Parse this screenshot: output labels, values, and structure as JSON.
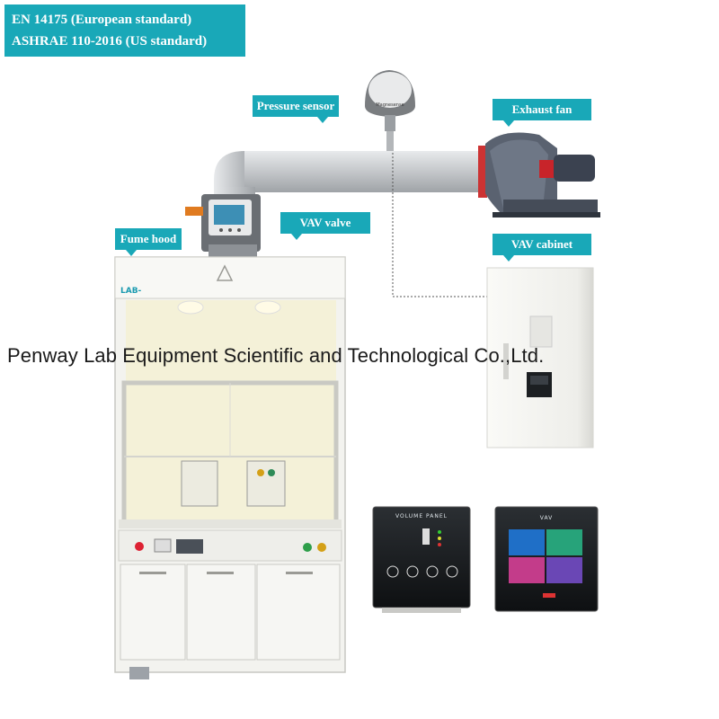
{
  "standards": {
    "line1": "EN 14175 (European standard)",
    "line2": "ASHRAE 110-2016 (US standard)"
  },
  "labels": {
    "pressure_sensor": "Pressure sensor",
    "exhaust_fan": "Exhaust fan",
    "vav_valve": "VAV valve",
    "fume_hood": "Fume hood",
    "vav_cabinet": "VAV cabinet"
  },
  "watermark": "Penway Lab Equipment Scientific and Technological Co.,Ltd.",
  "device_text": {
    "sensor_brand": "Magnesense",
    "volume_panel_title": "VOLUME PANEL",
    "vav_panel_title": "VAV",
    "hood_brand": "LAB-"
  },
  "colors": {
    "accent": "#19a8b8",
    "duct": "#c9cccf",
    "cabinet": "#f2f2ee"
  }
}
